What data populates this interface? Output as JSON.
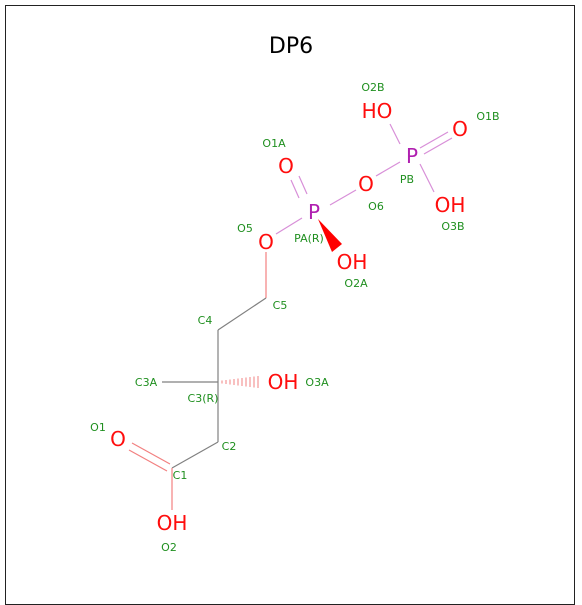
{
  "title": "DP6",
  "colors": {
    "oxygen": "#ff0d0d",
    "phosphorus": "#b01fb0",
    "label": "#1f8f1f",
    "bond_carbon": "#808080",
    "bond_oxygen": "#f28080",
    "bond_phosphorus": "#d88fd8",
    "wedge": "#ff0000"
  },
  "atoms": {
    "o2b": "HO",
    "o1b": "O",
    "o1a": "O",
    "pb": "P",
    "o6": "O",
    "pa": "P",
    "o3b": "OH",
    "o5": "O",
    "o2a": "OH",
    "o3a": "OH",
    "o1": "O",
    "o2": "OH"
  },
  "labels": {
    "o2b": "O2B",
    "o1b": "O1B",
    "o1a": "O1A",
    "pb": "PB",
    "o6": "O6",
    "o3b": "O3B",
    "o5": "O5",
    "pa": "PA(R)",
    "o2a": "O2A",
    "c5": "C5",
    "c4": "C4",
    "c3a": "C3A",
    "o3a": "O3A",
    "c3": "C3(R)",
    "o1": "O1",
    "c2": "C2",
    "c1": "C1",
    "o2": "O2"
  }
}
